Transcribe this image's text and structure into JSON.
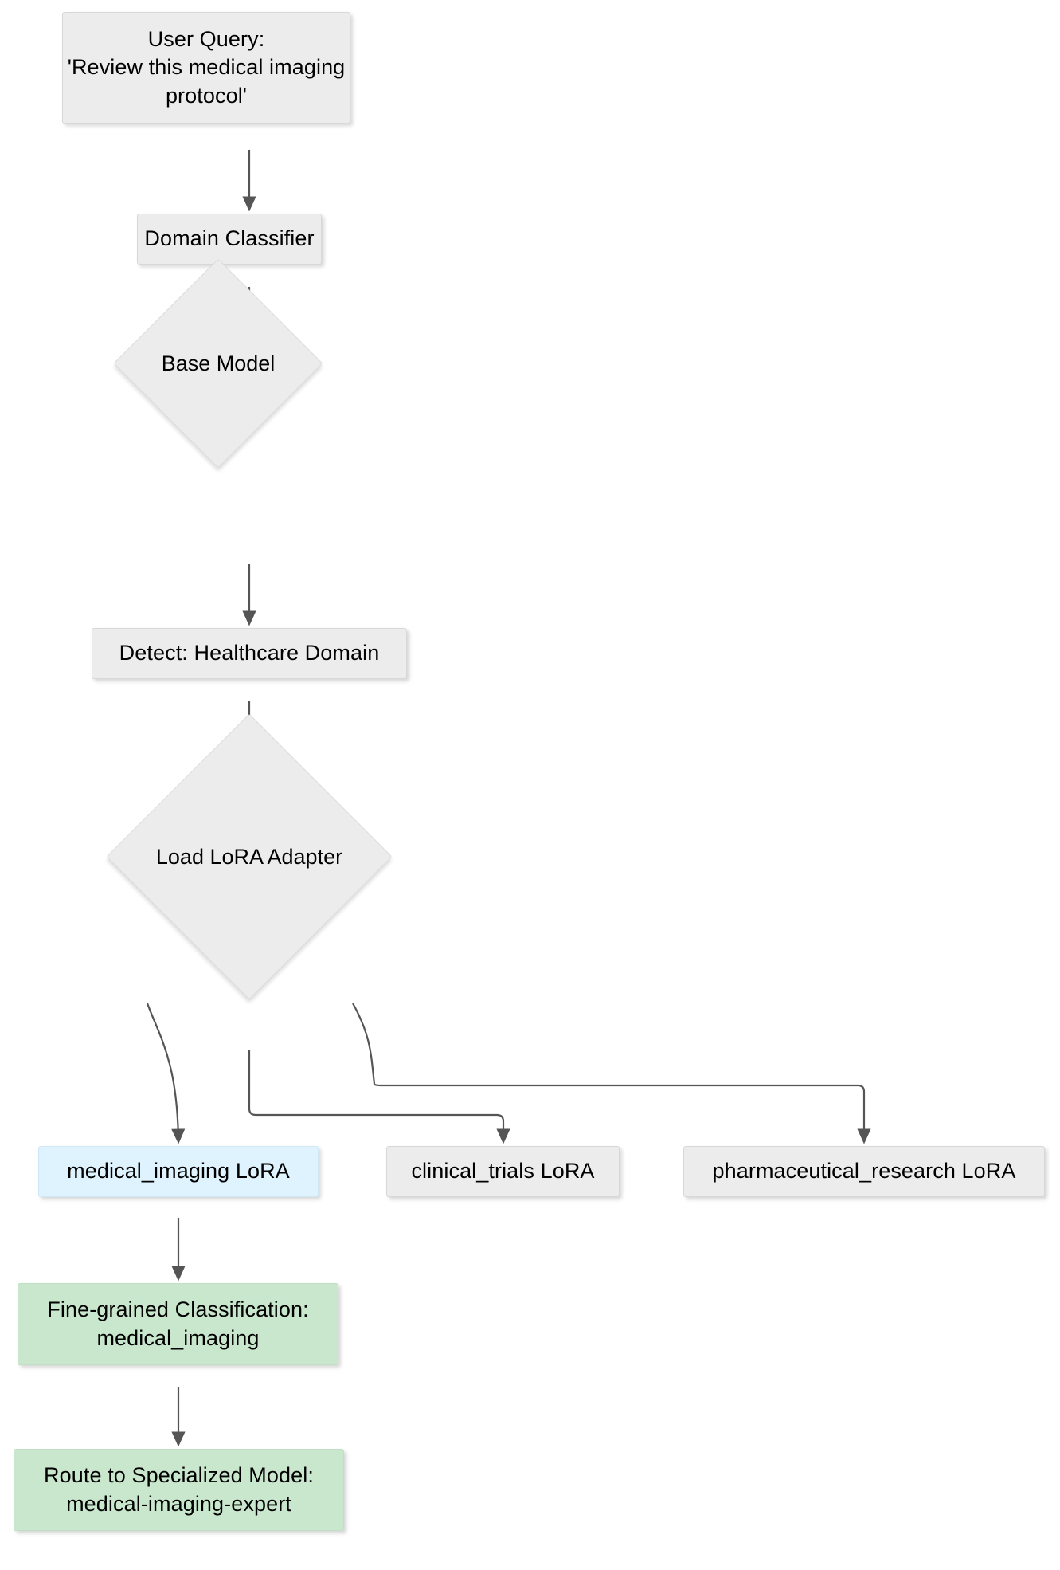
{
  "diagram": {
    "type": "flowchart",
    "direction": "top-down",
    "background_color": "#ffffff",
    "styles": {
      "default_fill": "#ececec",
      "default_stroke": "#d8d8d8",
      "highlight_fill": "#def3fd",
      "result_fill": "#c9e7cd",
      "edge_color": "#555555",
      "text_color": "#000000"
    },
    "nodes": [
      {
        "id": "user-query",
        "shape": "rect",
        "fill": "#ececec",
        "line1": "User Query:",
        "line2": "'Review this medical imaging",
        "line3": "protocol'"
      },
      {
        "id": "domain-classifier",
        "shape": "rect",
        "fill": "#ececec",
        "line1": "Domain Classifier"
      },
      {
        "id": "base-model",
        "shape": "diamond",
        "fill": "#ececec",
        "line1": "Base Model"
      },
      {
        "id": "detect-healthcare-domain",
        "shape": "rect",
        "fill": "#ececec",
        "line1": "Detect: Healthcare Domain"
      },
      {
        "id": "load-lora-adapter",
        "shape": "diamond",
        "fill": "#ececec",
        "line1": "Load LoRA Adapter"
      },
      {
        "id": "medical-imaging-lora",
        "shape": "rect",
        "fill": "#def3fd",
        "line1": "medical_imaging LoRA"
      },
      {
        "id": "clinical-trials-lora",
        "shape": "rect",
        "fill": "#ececec",
        "line1": "clinical_trials LoRA"
      },
      {
        "id": "pharmaceutical-research-lora",
        "shape": "rect",
        "fill": "#ececec",
        "line1": "pharmaceutical_research LoRA"
      },
      {
        "id": "fine-grained-classification",
        "shape": "rect",
        "fill": "#c9e7cd",
        "line1": "Fine-grained Classification:",
        "line2": "medical_imaging"
      },
      {
        "id": "route-to-specialized-model",
        "shape": "rect",
        "fill": "#c9e7cd",
        "line1": "Route to Specialized Model:",
        "line2": "medical-imaging-expert"
      }
    ],
    "edges": [
      {
        "from": "user-query",
        "to": "domain-classifier",
        "label": ""
      },
      {
        "from": "domain-classifier",
        "to": "base-model",
        "label": ""
      },
      {
        "from": "base-model",
        "to": "detect-healthcare-domain",
        "label": ""
      },
      {
        "from": "detect-healthcare-domain",
        "to": "load-lora-adapter",
        "label": ""
      },
      {
        "from": "load-lora-adapter",
        "to": "medical-imaging-lora",
        "label": ""
      },
      {
        "from": "load-lora-adapter",
        "to": "clinical-trials-lora",
        "label": ""
      },
      {
        "from": "load-lora-adapter",
        "to": "pharmaceutical-research-lora",
        "label": ""
      },
      {
        "from": "medical-imaging-lora",
        "to": "fine-grained-classification",
        "label": ""
      },
      {
        "from": "fine-grained-classification",
        "to": "route-to-specialized-model",
        "label": ""
      }
    ]
  }
}
